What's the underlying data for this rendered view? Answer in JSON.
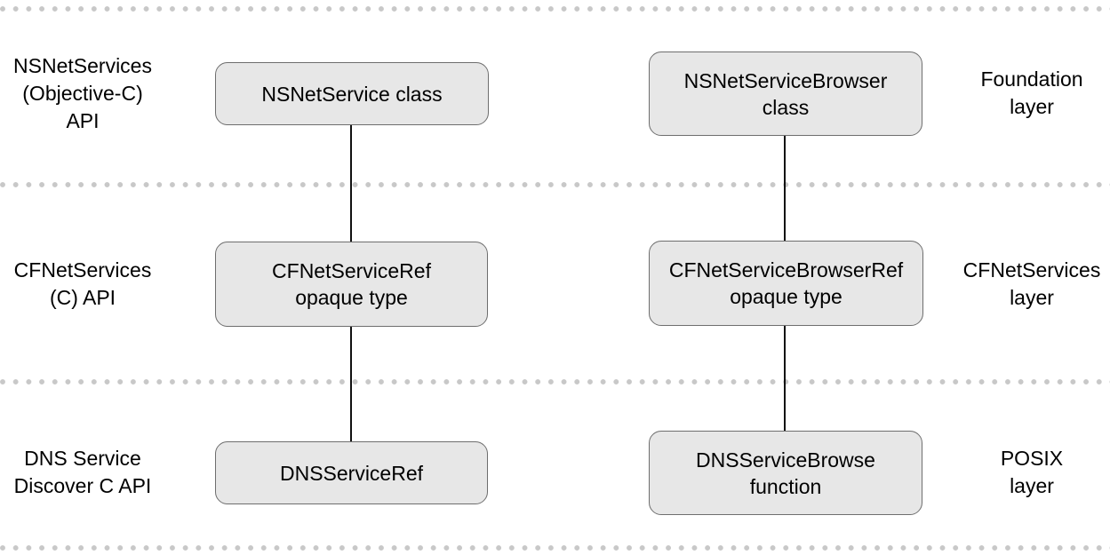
{
  "title": "Service discovery API layers diagram",
  "colors": {
    "background": "#ffffff",
    "box_fill": "#e7e7e7",
    "box_border": "#6e6e6e",
    "dot": "#c8c8c8",
    "connector": "#111111",
    "text": "#000000"
  },
  "left_labels": [
    {
      "lines": [
        "NSNetServices",
        "(Objective-C)",
        "API"
      ]
    },
    {
      "lines": [
        "CFNetServices",
        "(C) API"
      ]
    },
    {
      "lines": [
        "DNS Service",
        "Discover C API"
      ]
    }
  ],
  "right_labels": [
    {
      "lines": [
        "Foundation",
        "layer"
      ]
    },
    {
      "lines": [
        "CFNetServices",
        "layer"
      ]
    },
    {
      "lines": [
        "POSIX",
        "layer"
      ]
    }
  ],
  "nodes": [
    {
      "id": "nsnetservice-class",
      "lines": [
        "NSNetService class",
        ""
      ]
    },
    {
      "id": "nsnetservicebrowser-class",
      "lines": [
        "NSNetServiceBrowser",
        "class"
      ]
    },
    {
      "id": "cfnetserviceref",
      "lines": [
        "CFNetServiceRef",
        "opaque type"
      ]
    },
    {
      "id": "cfnetservicebrowserref",
      "lines": [
        "CFNetServiceBrowserRef",
        "opaque type"
      ]
    },
    {
      "id": "dnsserviceref",
      "lines": [
        "DNSServiceRef",
        ""
      ]
    },
    {
      "id": "dnsservicebrowse-function",
      "lines": [
        "DNSServiceBrowse",
        "function"
      ]
    }
  ]
}
